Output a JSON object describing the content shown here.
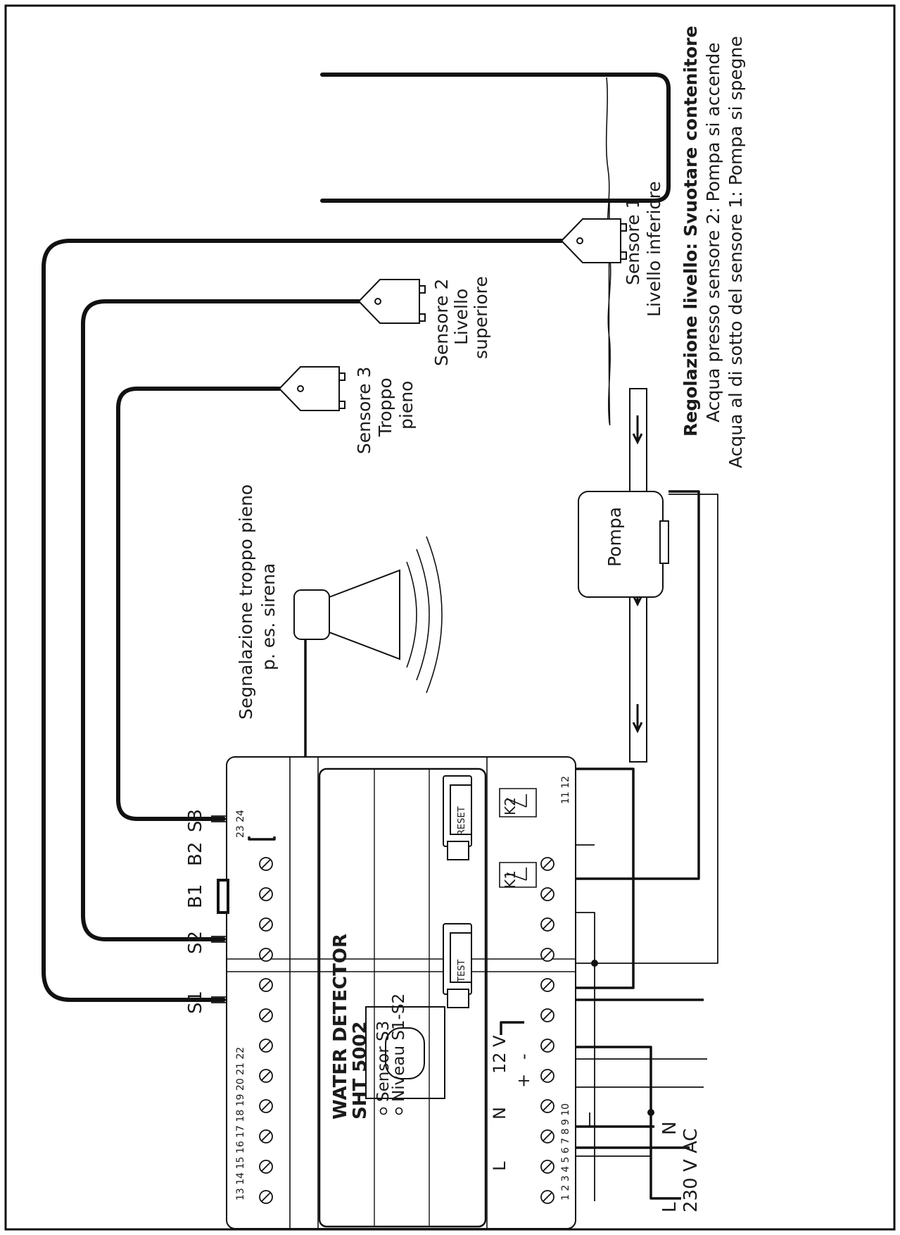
{
  "device": {
    "title_line1": "WATER DETECTOR",
    "title_line2": "SHT 5002",
    "led1_label": "Sensor S3",
    "led2_label": "Niveau S1-S2",
    "test_button": "TEST",
    "reset_button": "RESET",
    "top_terminal_numbers": "13  14  15 16 17 18 19 20 21 22",
    "top_terminal_23_24": "23  24",
    "bottom_terminal_numbers": "1  2   3 4 5 6 7 8 9 10",
    "bottom_terminal_11_12": "11 12",
    "terminal_L": "L",
    "terminal_N": "N",
    "terminal_12v": "12 V",
    "terminal_plus": "+",
    "terminal_minus": "-",
    "relay_k1": "K1",
    "relay_k2": "K2"
  },
  "connectors": {
    "s1": "S1",
    "s2": "S2",
    "b1": "B1",
    "b2": "B2",
    "s3": "S3"
  },
  "power": {
    "l": "L",
    "n": "N",
    "voltage": "230 V AC"
  },
  "siren": {
    "label_line1": "Segnalazione troppo pieno",
    "label_line2": "p. es. sirena"
  },
  "pump": {
    "label": "Pompa"
  },
  "sensors": {
    "sensor3": {
      "line1": "Sensore 3",
      "line2": "Troppo",
      "line3": "pieno"
    },
    "sensor2": {
      "line1": "Sensore 2",
      "line2": "Livello",
      "line3": "superiore"
    },
    "sensor1": {
      "line1": "Sensore 1",
      "line2": "Livello inferiore"
    }
  },
  "regulation": {
    "title": "Regolazione livello: Svuotare contenitore",
    "line1": "Acqua presso sensore 2: Pompa si accende",
    "line2": "Acqua al di sotto del sensore 1: Pompa si spegne"
  }
}
